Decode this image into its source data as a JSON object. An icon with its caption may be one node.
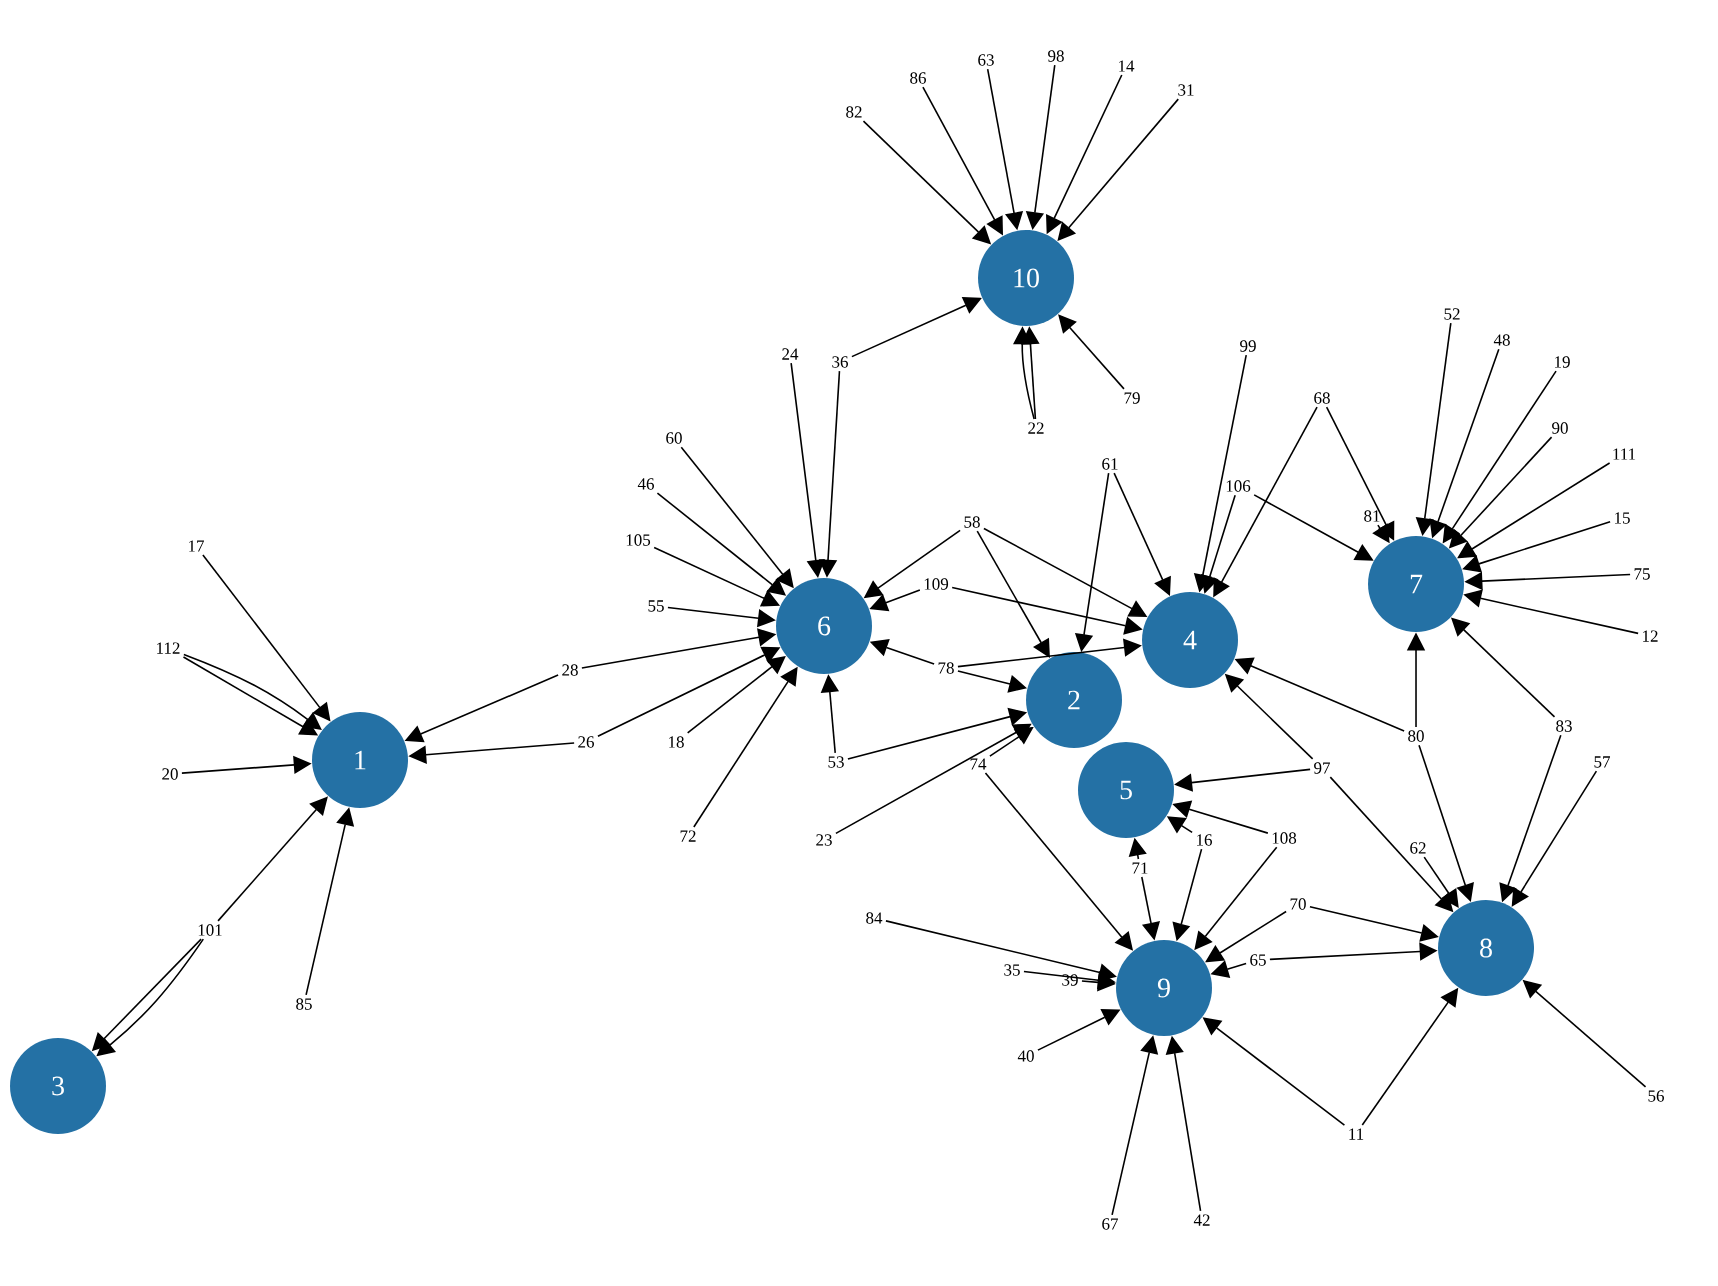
{
  "diagram": {
    "nodes": [
      {
        "text": [
          "1"
        ]
      },
      {
        "text": [
          "2"
        ]
      },
      {
        "text": [
          "3"
        ]
      },
      {
        "text": [
          "4"
        ]
      },
      {
        "text": [
          "5"
        ]
      },
      {
        "text": [
          "6"
        ]
      },
      {
        "text": [
          "7"
        ]
      },
      {
        "text": [
          "8"
        ]
      },
      {
        "text": [
          "9"
        ]
      },
      {
        "text": [
          "10"
        ]
      },
      {
        "text": [
          "17"
        ]
      },
      {
        "text": [
          "112"
        ]
      },
      {
        "text": [
          "20"
        ]
      },
      {
        "text": [
          "101"
        ]
      },
      {
        "text": [
          "85"
        ]
      },
      {
        "text": [
          "28"
        ]
      },
      {
        "text": [
          "26"
        ]
      },
      {
        "text": [
          "82"
        ]
      },
      {
        "text": [
          "86"
        ]
      },
      {
        "text": [
          "63"
        ]
      },
      {
        "text": [
          "98"
        ]
      },
      {
        "text": [
          "14"
        ]
      },
      {
        "text": [
          "31"
        ]
      },
      {
        "text": [
          "24"
        ]
      },
      {
        "text": [
          "36"
        ]
      },
      {
        "text": [
          "60"
        ]
      },
      {
        "text": [
          "46"
        ]
      },
      {
        "text": [
          "105"
        ]
      },
      {
        "text": [
          "55"
        ]
      },
      {
        "text": [
          "18"
        ]
      },
      {
        "text": [
          "72"
        ]
      },
      {
        "text": [
          "53"
        ]
      },
      {
        "text": [
          "78"
        ]
      },
      {
        "text": [
          "74"
        ]
      },
      {
        "text": [
          "109"
        ]
      },
      {
        "text": [
          "58"
        ]
      },
      {
        "text": [
          "22"
        ]
      },
      {
        "text": [
          "79"
        ]
      },
      {
        "text": [
          "61"
        ]
      },
      {
        "text": [
          "99"
        ]
      },
      {
        "text": [
          "68"
        ]
      },
      {
        "text": [
          "106"
        ]
      },
      {
        "text": [
          "81"
        ]
      },
      {
        "text": [
          "52"
        ]
      },
      {
        "text": [
          "48"
        ]
      },
      {
        "text": [
          "19"
        ]
      },
      {
        "text": [
          "90"
        ]
      },
      {
        "text": [
          "111"
        ]
      },
      {
        "text": [
          "15"
        ]
      },
      {
        "text": [
          "75"
        ]
      },
      {
        "text": [
          "12"
        ]
      },
      {
        "text": [
          "80"
        ]
      },
      {
        "text": [
          "83"
        ]
      },
      {
        "text": [
          "57"
        ]
      },
      {
        "text": [
          "97"
        ]
      },
      {
        "text": [
          "23"
        ]
      },
      {
        "text": [
          "84"
        ]
      },
      {
        "text": [
          "35"
        ]
      },
      {
        "text": [
          "39"
        ]
      },
      {
        "text": [
          "40"
        ]
      },
      {
        "text": [
          "67"
        ]
      },
      {
        "text": [
          "42"
        ]
      },
      {
        "text": [
          "11"
        ]
      },
      {
        "text": [
          "56"
        ]
      },
      {
        "text": [
          "16"
        ]
      },
      {
        "text": [
          "71"
        ]
      },
      {
        "text": [
          "108"
        ]
      },
      {
        "text": [
          "70"
        ]
      },
      {
        "text": [
          "65"
        ]
      },
      {
        "text": [
          "62"
        ]
      }
    ],
    "edges": [
      {
        "from": 10,
        "to": 0,
        "arrow": "to"
      },
      {
        "from": 11,
        "to": 0,
        "arrow": "to"
      },
      {
        "from": 11,
        "to": 0,
        "arrow": "to"
      },
      {
        "from": 12,
        "to": 0,
        "arrow": "to"
      },
      {
        "from": 13,
        "to": 0,
        "arrow": "to"
      },
      {
        "from": 14,
        "to": 0,
        "arrow": "to"
      },
      {
        "from": 15,
        "to": 0,
        "arrow": "to"
      },
      {
        "from": 16,
        "to": 0,
        "arrow": "to"
      },
      {
        "from": 13,
        "to": 2,
        "arrow": "to"
      },
      {
        "from": 13,
        "to": 2,
        "arrow": "to"
      },
      {
        "from": 17,
        "to": 9,
        "arrow": "to"
      },
      {
        "from": 18,
        "to": 9,
        "arrow": "to"
      },
      {
        "from": 19,
        "to": 9,
        "arrow": "to"
      },
      {
        "from": 20,
        "to": 9,
        "arrow": "to"
      },
      {
        "from": 21,
        "to": 9,
        "arrow": "to"
      },
      {
        "from": 22,
        "to": 9,
        "arrow": "to"
      },
      {
        "from": 24,
        "to": 9,
        "arrow": "to"
      },
      {
        "from": 36,
        "to": 9,
        "arrow": "to"
      },
      {
        "from": 36,
        "to": 9,
        "arrow": "to"
      },
      {
        "from": 37,
        "to": 9,
        "arrow": "to"
      },
      {
        "from": 23,
        "to": 5,
        "arrow": "to"
      },
      {
        "from": 24,
        "to": 5,
        "arrow": "to"
      },
      {
        "from": 25,
        "to": 5,
        "arrow": "to"
      },
      {
        "from": 26,
        "to": 5,
        "arrow": "to"
      },
      {
        "from": 27,
        "to": 5,
        "arrow": "to"
      },
      {
        "from": 28,
        "to": 5,
        "arrow": "to"
      },
      {
        "from": 15,
        "to": 5,
        "arrow": "to"
      },
      {
        "from": 16,
        "to": 5,
        "arrow": "to"
      },
      {
        "from": 29,
        "to": 5,
        "arrow": "to"
      },
      {
        "from": 30,
        "to": 5,
        "arrow": "to"
      },
      {
        "from": 31,
        "to": 5,
        "arrow": "to"
      },
      {
        "from": 34,
        "to": 5,
        "arrow": "to"
      },
      {
        "from": 32,
        "to": 5,
        "arrow": "to"
      },
      {
        "from": 35,
        "to": 5,
        "arrow": "to"
      },
      {
        "from": 35,
        "to": 3,
        "arrow": "to"
      },
      {
        "from": 38,
        "to": 3,
        "arrow": "to"
      },
      {
        "from": 39,
        "to": 3,
        "arrow": "to"
      },
      {
        "from": 40,
        "to": 3,
        "arrow": "to"
      },
      {
        "from": 41,
        "to": 3,
        "arrow": "to"
      },
      {
        "from": 32,
        "to": 3,
        "arrow": "to"
      },
      {
        "from": 54,
        "to": 3,
        "arrow": "to"
      },
      {
        "from": 51,
        "to": 3,
        "arrow": "to"
      },
      {
        "from": 34,
        "to": 3,
        "arrow": "to"
      },
      {
        "from": 33,
        "to": 1,
        "arrow": "to"
      },
      {
        "from": 32,
        "to": 1,
        "arrow": "to"
      },
      {
        "from": 31,
        "to": 1,
        "arrow": "to"
      },
      {
        "from": 55,
        "to": 1,
        "arrow": "to"
      },
      {
        "from": 35,
        "to": 1,
        "arrow": "to"
      },
      {
        "from": 38,
        "to": 1,
        "arrow": "to"
      },
      {
        "from": 65,
        "to": 4,
        "arrow": "to"
      },
      {
        "from": 64,
        "to": 4,
        "arrow": "to"
      },
      {
        "from": 54,
        "to": 4,
        "arrow": "to"
      },
      {
        "from": 66,
        "to": 4,
        "arrow": "to"
      },
      {
        "from": 42,
        "to": 6,
        "arrow": "to"
      },
      {
        "from": 43,
        "to": 6,
        "arrow": "to"
      },
      {
        "from": 44,
        "to": 6,
        "arrow": "to"
      },
      {
        "from": 45,
        "to": 6,
        "arrow": "to"
      },
      {
        "from": 46,
        "to": 6,
        "arrow": "to"
      },
      {
        "from": 47,
        "to": 6,
        "arrow": "to"
      },
      {
        "from": 48,
        "to": 6,
        "arrow": "to"
      },
      {
        "from": 49,
        "to": 6,
        "arrow": "to"
      },
      {
        "from": 50,
        "to": 6,
        "arrow": "to"
      },
      {
        "from": 51,
        "to": 6,
        "arrow": "to"
      },
      {
        "from": 52,
        "to": 6,
        "arrow": "to"
      },
      {
        "from": 41,
        "to": 6,
        "arrow": "to"
      },
      {
        "from": 40,
        "to": 6,
        "arrow": "to"
      },
      {
        "from": 69,
        "to": 7,
        "arrow": "to"
      },
      {
        "from": 67,
        "to": 7,
        "arrow": "to"
      },
      {
        "from": 68,
        "to": 7,
        "arrow": "to"
      },
      {
        "from": 62,
        "to": 7,
        "arrow": "to"
      },
      {
        "from": 63,
        "to": 7,
        "arrow": "to"
      },
      {
        "from": 52,
        "to": 7,
        "arrow": "to"
      },
      {
        "from": 53,
        "to": 7,
        "arrow": "to"
      },
      {
        "from": 51,
        "to": 7,
        "arrow": "to"
      },
      {
        "from": 54,
        "to": 7,
        "arrow": "to"
      },
      {
        "from": 57,
        "to": 8,
        "arrow": "to"
      },
      {
        "from": 58,
        "to": 8,
        "arrow": "to"
      },
      {
        "from": 59,
        "to": 8,
        "arrow": "to"
      },
      {
        "from": 60,
        "to": 8,
        "arrow": "to"
      },
      {
        "from": 61,
        "to": 8,
        "arrow": "to"
      },
      {
        "from": 62,
        "to": 8,
        "arrow": "to"
      },
      {
        "from": 68,
        "to": 8,
        "arrow": "to"
      },
      {
        "from": 66,
        "to": 8,
        "arrow": "to"
      },
      {
        "from": 67,
        "to": 8,
        "arrow": "to"
      },
      {
        "from": 56,
        "to": 8,
        "arrow": "to"
      },
      {
        "from": 65,
        "to": 8,
        "arrow": "to"
      },
      {
        "from": 64,
        "to": 8,
        "arrow": "to"
      },
      {
        "from": 33,
        "to": 8,
        "arrow": "to"
      }
    ]
  }
}
